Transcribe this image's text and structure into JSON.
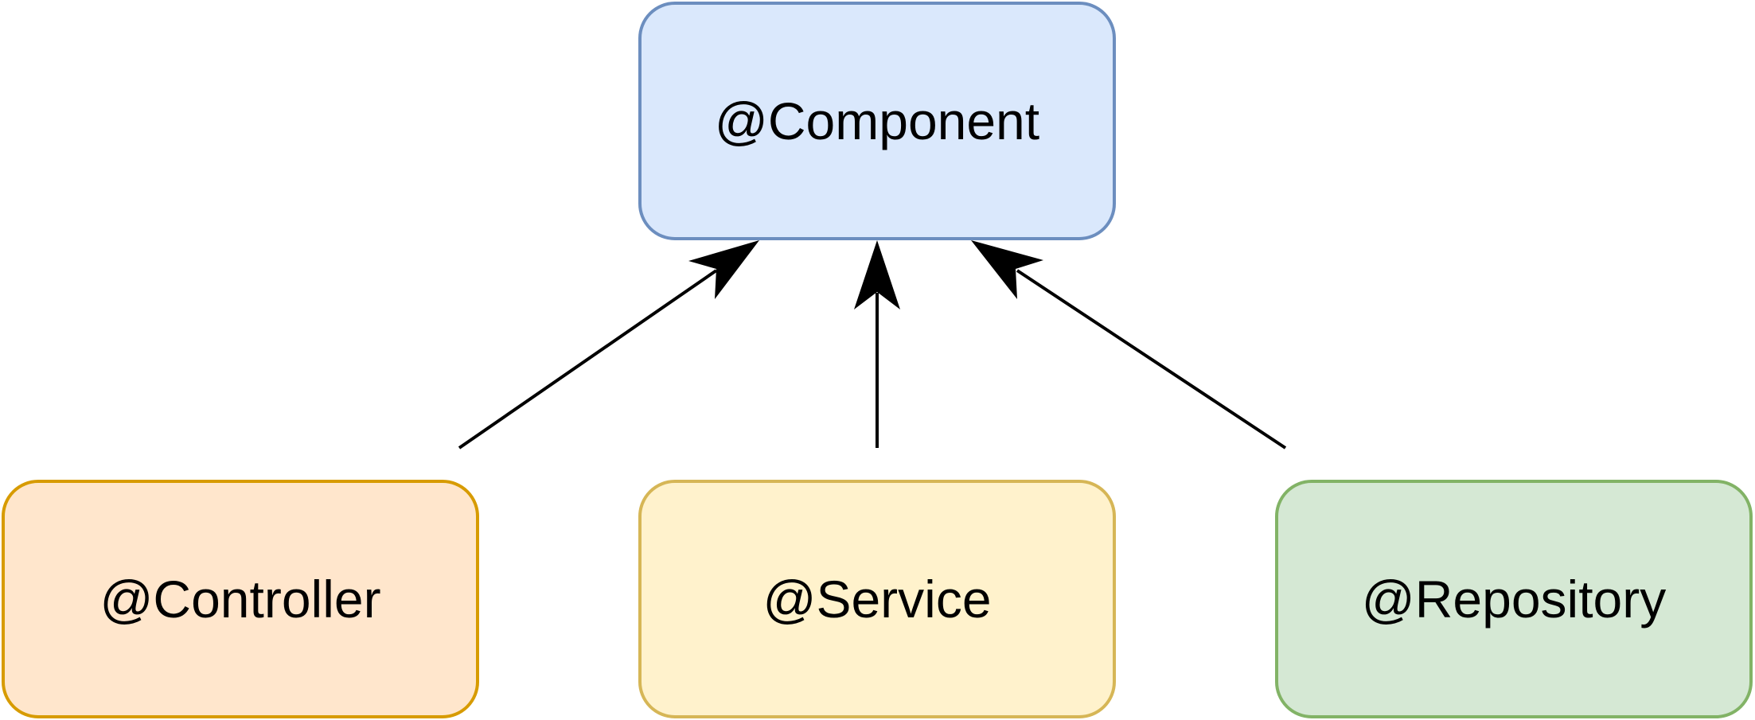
{
  "diagram": {
    "nodes": {
      "component": {
        "label": "@Component",
        "fill": "#dae8fc",
        "stroke": "#6c8ebf"
      },
      "controller": {
        "label": "@Controller",
        "fill": "#ffe6cc",
        "stroke": "#d79b00"
      },
      "service": {
        "label": "@Service",
        "fill": "#fff2cc",
        "stroke": "#d6b656"
      },
      "repository": {
        "label": "@Repository",
        "fill": "#d5e8d4",
        "stroke": "#82b366"
      }
    },
    "edges": [
      {
        "from": "controller",
        "to": "component",
        "arrow": "block"
      },
      {
        "from": "service",
        "to": "component",
        "arrow": "block"
      },
      {
        "from": "repository",
        "to": "component",
        "arrow": "block"
      }
    ],
    "edge_color": "#000000"
  }
}
